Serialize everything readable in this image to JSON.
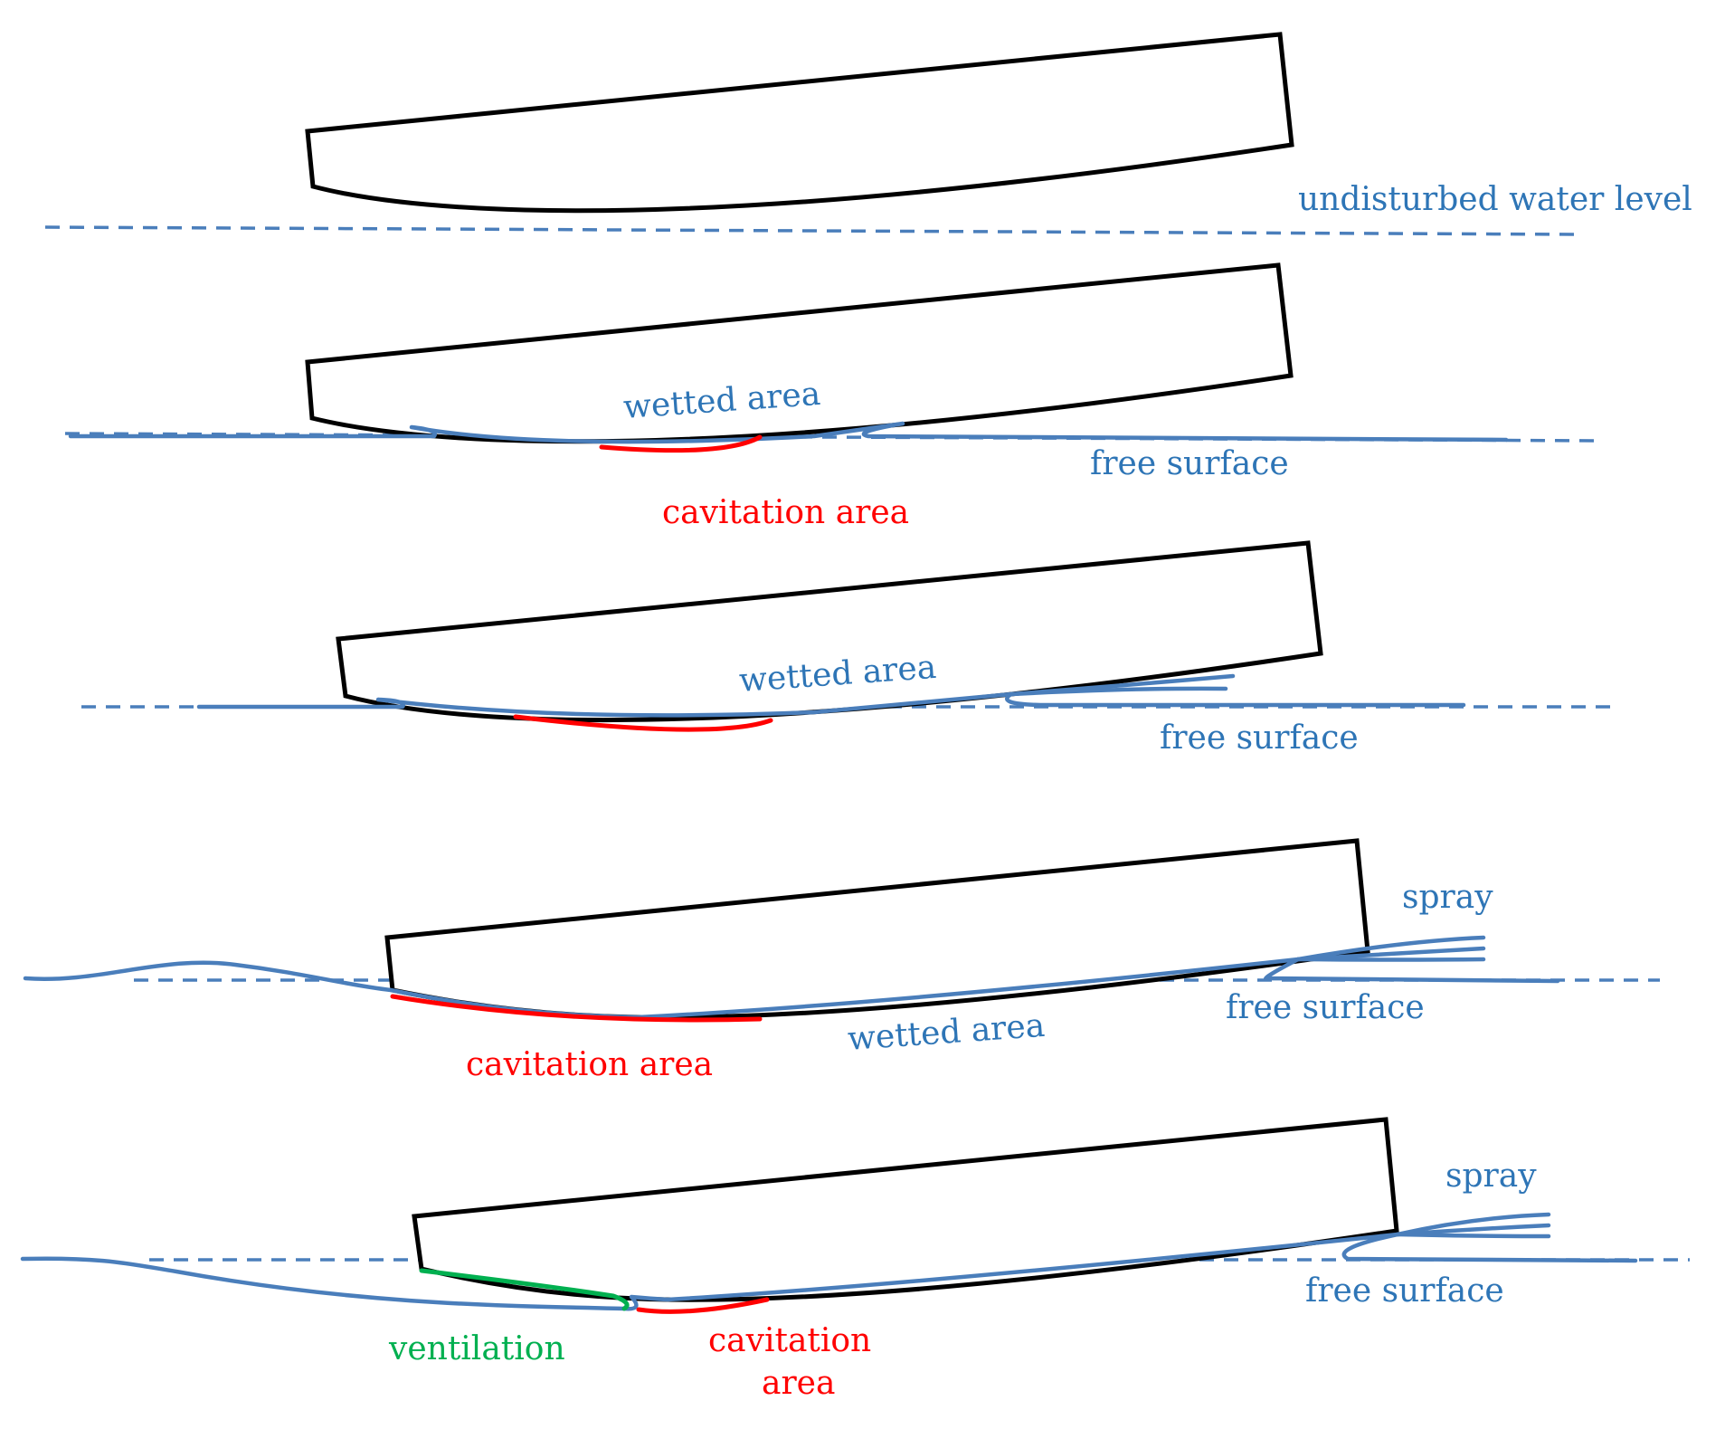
{
  "colors": {
    "hull": "#000000",
    "water": "#4a7ebb",
    "label_blue": "#2e75b6",
    "cavitation": "#ff0000",
    "ventilation": "#00b050"
  },
  "labels": {
    "undisturbed_water_level": "undisturbed water level",
    "wetted_area": "wetted area",
    "free_surface": "free surface",
    "cavitation_area": "cavitation area",
    "cavitation": "cavitation",
    "area": "area",
    "spray": "spray",
    "ventilation": "ventilation"
  }
}
